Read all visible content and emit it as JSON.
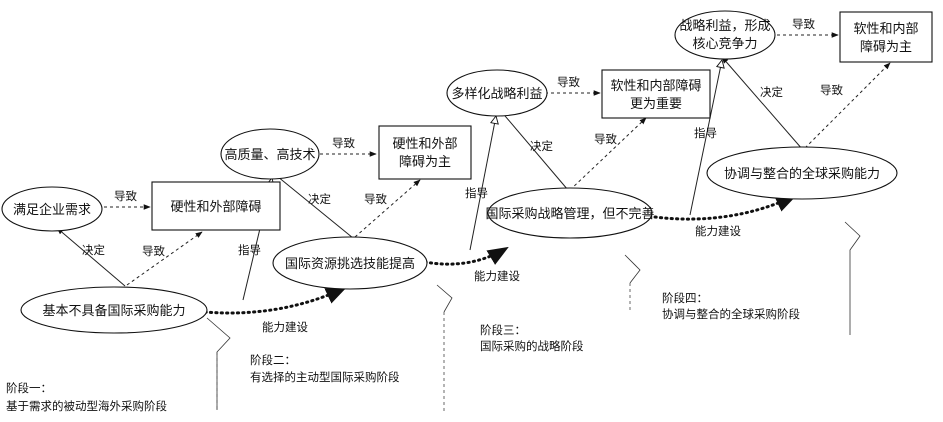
{
  "diagram": {
    "nodes": [
      {
        "id": "n1",
        "shape": "ellipse",
        "lines": [
          "满足企业需求"
        ]
      },
      {
        "id": "n2",
        "shape": "rect",
        "lines": [
          "硬性和外部障碍"
        ]
      },
      {
        "id": "n3",
        "shape": "ellipse",
        "lines": [
          "基本不具备国际采购能力"
        ]
      },
      {
        "id": "n4",
        "shape": "ellipse",
        "lines": [
          "高质量、高技术"
        ]
      },
      {
        "id": "n5",
        "shape": "rect",
        "lines": [
          "硬性和外部",
          "障碍为主"
        ]
      },
      {
        "id": "n6",
        "shape": "ellipse",
        "lines": [
          "国际资源挑选技能提高"
        ]
      },
      {
        "id": "n7",
        "shape": "ellipse",
        "lines": [
          "多样化战略利益"
        ]
      },
      {
        "id": "n8",
        "shape": "rect",
        "lines": [
          "软性和内部障碍",
          "更为重要"
        ]
      },
      {
        "id": "n9",
        "shape": "ellipse",
        "lines": [
          "国际采购战略管理，但不完善"
        ]
      },
      {
        "id": "n10",
        "shape": "ellipse",
        "lines": [
          "战略利益，形成",
          "核心竞争力"
        ]
      },
      {
        "id": "n11",
        "shape": "rect",
        "lines": [
          "软性和内部",
          "障碍为主"
        ]
      },
      {
        "id": "n12",
        "shape": "ellipse",
        "lines": [
          "协调与整合的全球采购能力"
        ]
      }
    ],
    "edge_labels": {
      "lead": "导致",
      "decide": "决定",
      "guide": "指导",
      "build": "能力建设"
    },
    "stages": [
      {
        "id": "s1",
        "title": "阶段一：",
        "desc": "基于需求的被动型海外采购阶段"
      },
      {
        "id": "s2",
        "title": "阶段二：",
        "desc": "有选择的主动型国际采购阶段"
      },
      {
        "id": "s3",
        "title": "阶段三：",
        "desc": "国际采购的战略阶段"
      },
      {
        "id": "s4",
        "title": "阶段四：",
        "desc": "协调与整合的全球采购阶段"
      }
    ]
  }
}
